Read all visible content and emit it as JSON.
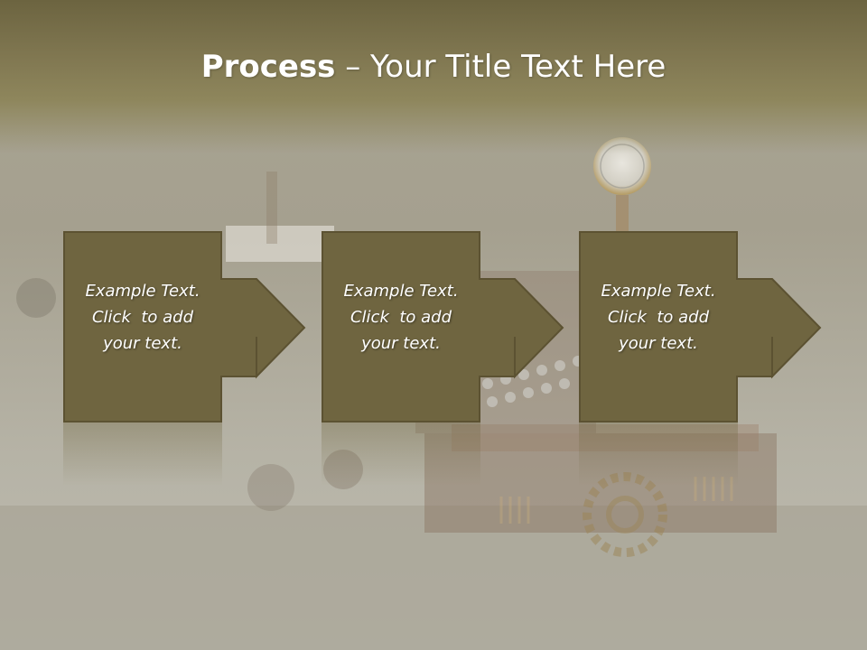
{
  "slide": {
    "title_strong": "Process",
    "title_rest": " – Your Title Text Here",
    "steps": [
      {
        "line1": "Example Text.",
        "line2": "Click  to add",
        "line3": "your text."
      },
      {
        "line1": "Example Text.",
        "line2": "Click  to add",
        "line3": "your text."
      },
      {
        "line1": "Example Text.",
        "line2": "Click  to add",
        "line3": "your text."
      }
    ]
  },
  "colors": {
    "shape_fill": "#6f6540",
    "shape_border": "#5c5232",
    "title_text": "#ffffff",
    "header_band": "#7f7650"
  },
  "icons": {
    "background": "steampunk-typewriter-photo"
  }
}
